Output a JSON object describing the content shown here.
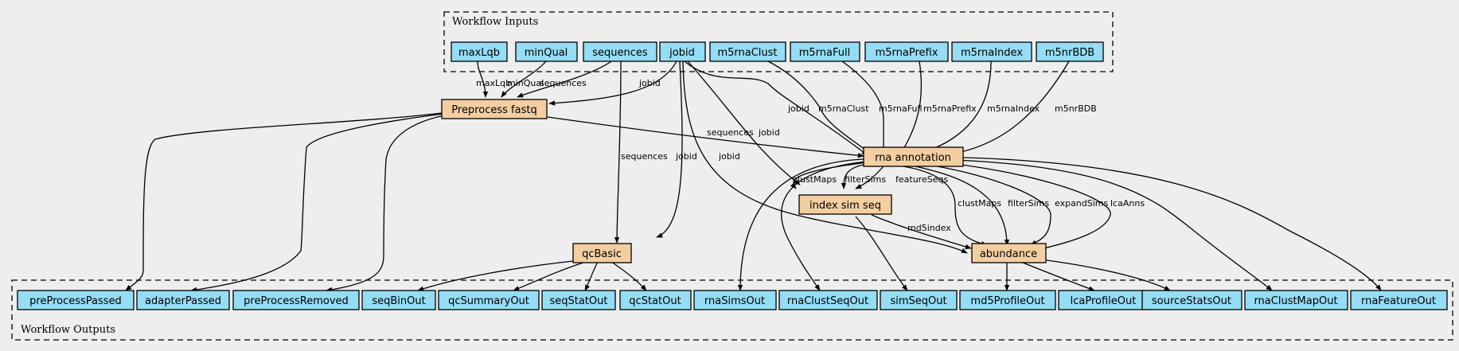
{
  "clusters": {
    "inputs": "Workflow Inputs",
    "outputs": "Workflow Outputs"
  },
  "inputs": [
    "maxLqb",
    "minQual",
    "sequences",
    "jobid",
    "m5rnaClust",
    "m5rnaFull",
    "m5rnaPrefix",
    "m5rnaIndex",
    "m5nrBDB"
  ],
  "steps": {
    "preprocess": "Preprocess fastq",
    "rna": "rna annotation",
    "index": "index sim seq",
    "qc": "qcBasic",
    "abundance": "abundance"
  },
  "outputs": [
    "preProcessPassed",
    "adapterPassed",
    "preProcessRemoved",
    "seqBinOut",
    "qcSummaryOut",
    "seqStatOut",
    "qcStatOut",
    "rnaSimsOut",
    "rnaClustSeqOut",
    "simSeqOut",
    "md5ProfileOut",
    "lcaProfileOut",
    "sourceStatsOut",
    "rnaClustMapOut",
    "rnaFeatureOut"
  ],
  "edge_labels": {
    "maxLqb": "maxLqb",
    "minQual": "minQual",
    "sequences": "sequences",
    "jobid": "jobid",
    "m5rnaClust": "m5rnaClust",
    "m5rnaFull": "m5rnaFull",
    "m5rnaPrefix": "m5rnaPrefix",
    "m5rnaIndex": "m5rnaIndex",
    "m5nrBDB": "m5nrBDB",
    "clustMaps": "clustMaps",
    "filterSims": "filterSims",
    "featureSeqs": "featureSeqs",
    "expandSims": "expandSims",
    "lcaAnns": "lcaAnns",
    "md5index": "md5index"
  },
  "colors": {
    "background": "#eeeeee",
    "io_fill": "#94ddf4",
    "step_fill": "#f3cea1",
    "stroke": "#000000"
  }
}
